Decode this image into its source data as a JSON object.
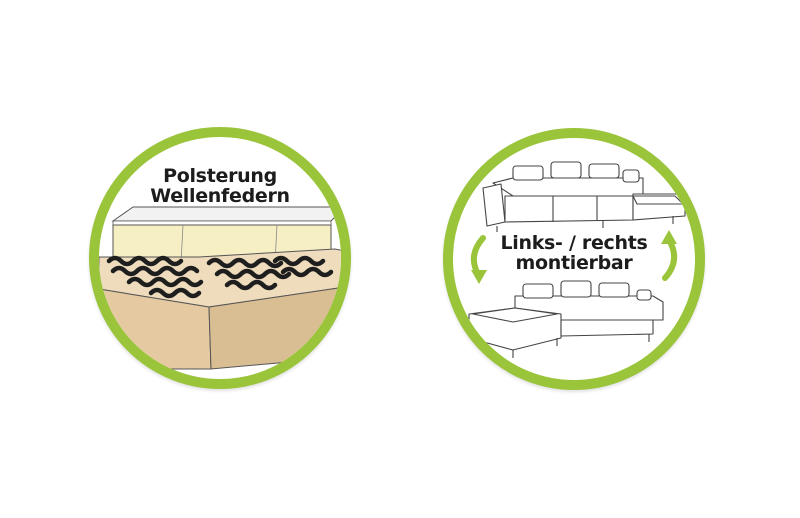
{
  "badges": {
    "upholstery": {
      "line1": "Polsterung",
      "line2": "Wellenfedern"
    },
    "mounting": {
      "line1": "Links- / rechts",
      "line2": "montierbar"
    }
  },
  "colors": {
    "ring": "#9ac43a",
    "foam": "#f6efc4",
    "frame": "#e8d2b0",
    "spring": "#1e1e1e",
    "arrow": "#9ac43a"
  },
  "icons": {
    "left": "sofa-cushion-spring-icon",
    "right": "corner-sofa-icon"
  }
}
